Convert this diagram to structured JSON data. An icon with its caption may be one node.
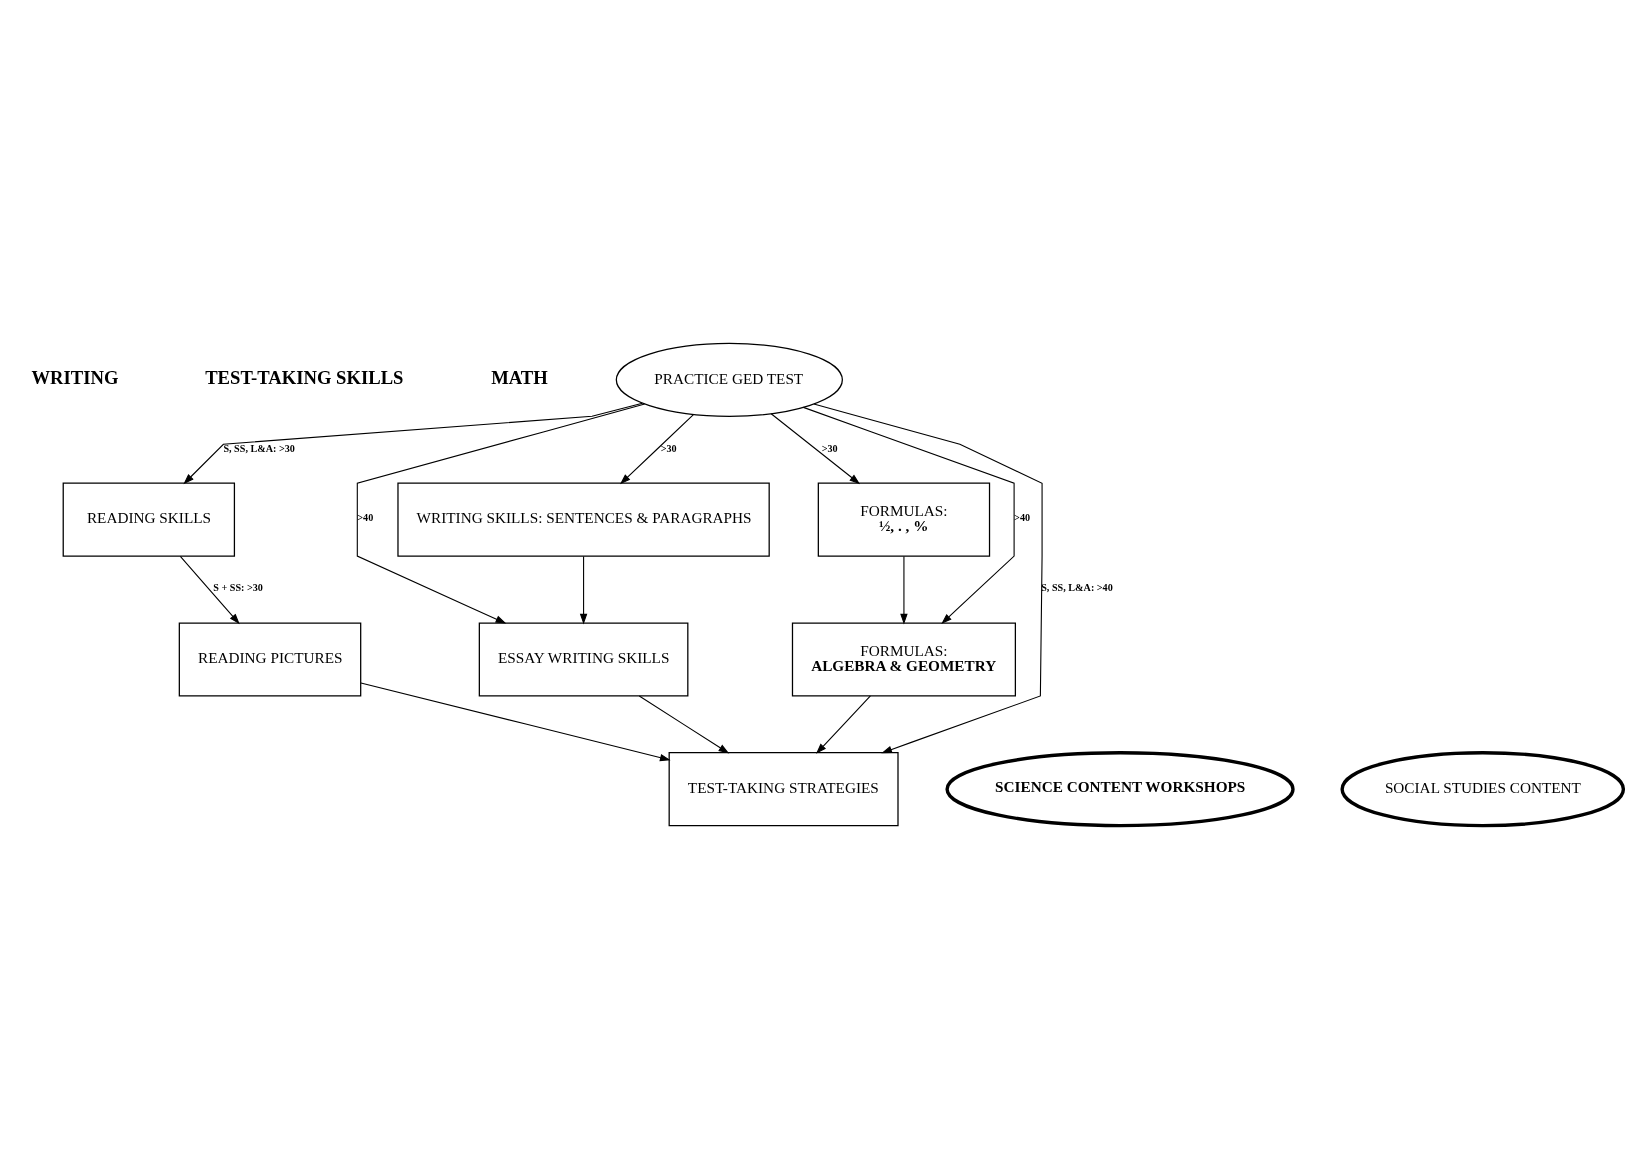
{
  "diagram": {
    "nodes": [
      {
        "text": [
          "PRACTICE GED TEST"
        ]
      },
      {
        "text": [
          "WRITING SKILLS: SENTENCES & PARAGRAPHS"
        ]
      },
      {
        "text": [
          "READING SKILLS"
        ]
      },
      {
        "text": [
          "FORMULAS:",
          "½, . , %"
        ]
      },
      {
        "text": [
          "ESSAY WRITING SKILLS"
        ]
      },
      {
        "text": [
          "READING PICTURES"
        ]
      },
      {
        "text": [
          "FORMULAS:",
          "ALGEBRA & GEOMETRY"
        ]
      },
      {
        "text": [
          "SCIENCE CONTENT WORKSHOPS"
        ]
      },
      {
        "text": [
          "TEST-TAKING STRATEGIES"
        ]
      },
      {
        "text": [
          "SOCIAL STUDIES CONTENT"
        ]
      }
    ],
    "edges": [
      {
        "from": 0,
        "to": 1,
        "arrow": "to",
        "label": ">30"
      },
      {
        "from": 0,
        "to": 4,
        "arrow": "to",
        "label": ">40"
      },
      {
        "from": 0,
        "to": 8,
        "arrow": "to",
        "label": "S, SS, L&A: >40"
      },
      {
        "from": 0,
        "to": 2,
        "arrow": "to",
        "label": "S, SS, L&A: >30"
      },
      {
        "from": 0,
        "to": 3,
        "arrow": "to",
        "label": ">30"
      },
      {
        "from": 0,
        "to": 6,
        "arrow": "to",
        "label": ">40"
      },
      {
        "from": 1,
        "to": 4,
        "arrow": "to"
      },
      {
        "from": 2,
        "to": 5,
        "arrow": "to",
        "label": "S + SS: >30"
      },
      {
        "from": 3,
        "to": 6,
        "arrow": "to"
      },
      {
        "from": 4,
        "to": 8,
        "arrow": "to"
      },
      {
        "from": 5,
        "to": 8,
        "arrow": "to"
      },
      {
        "from": 6,
        "to": 8,
        "arrow": "to"
      }
    ],
    "labels": [
      "WRITING",
      "TEST-TAKING SKILLS",
      "MATH"
    ]
  }
}
